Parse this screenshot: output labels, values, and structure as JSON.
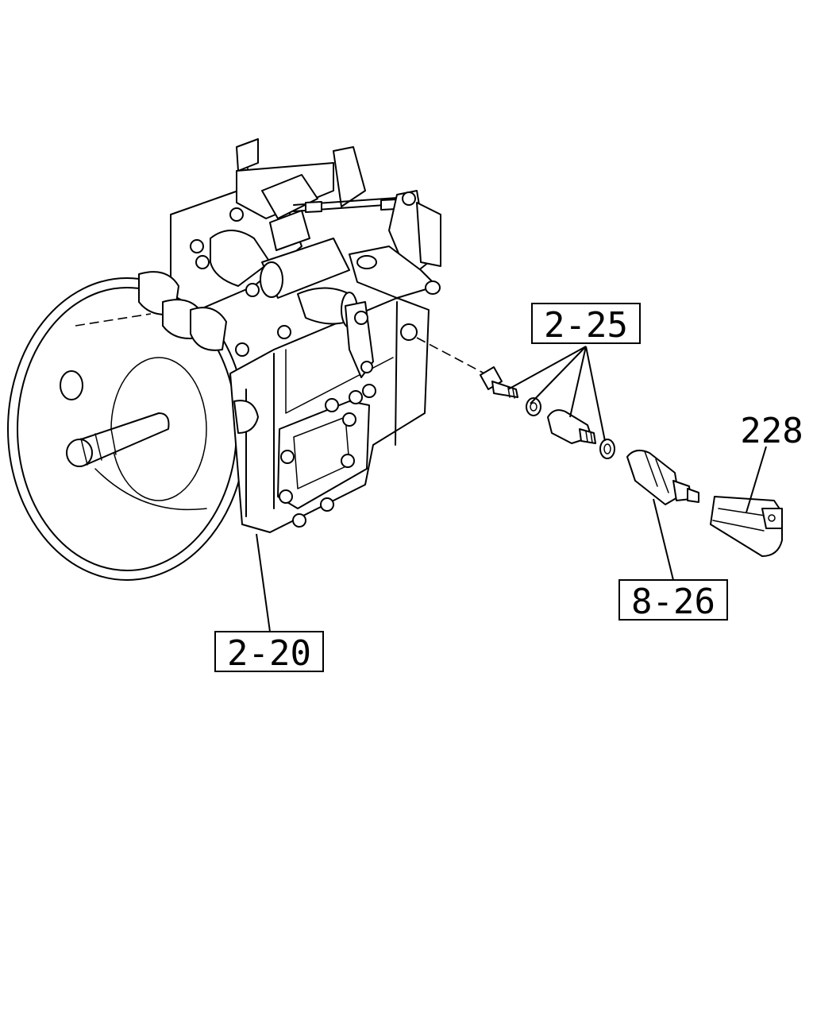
{
  "callouts": {
    "transmission": "2-20",
    "switch_parts": "2-25",
    "sensor": "8-26",
    "bracket": "228"
  }
}
